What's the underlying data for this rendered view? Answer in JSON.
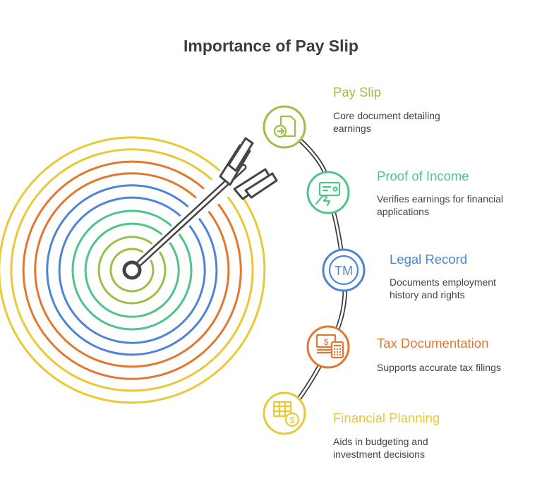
{
  "title": "Importance of Pay Slip",
  "colors": {
    "yellow": "#e9c935",
    "olive": "#9cbf45",
    "green": "#4fc488",
    "blue": "#4e84d6",
    "orange": "#e0782f",
    "arrow": "#444444"
  },
  "items": [
    {
      "title": "Pay Slip",
      "description": "Core document detailing\nearnings",
      "color": "#9cbf45",
      "icon": "document-arrow-icon"
    },
    {
      "title": "Proof of Income",
      "description": "Verifies earnings for financial\napplications",
      "color": "#4fc488",
      "icon": "card-hand-icon"
    },
    {
      "title": "Legal Record",
      "description": "Documents employment\nhistory and rights",
      "color": "#4e84d6",
      "icon": "trademark-icon"
    },
    {
      "title": "Tax Documentation",
      "description": "Supports accurate tax filings",
      "color": "#e0782f",
      "icon": "money-calculator-icon"
    },
    {
      "title": "Financial Planning",
      "description": "Aids in budgeting and\ninvestment decisions",
      "color": "#e9c935",
      "icon": "table-dollar-icon"
    }
  ]
}
